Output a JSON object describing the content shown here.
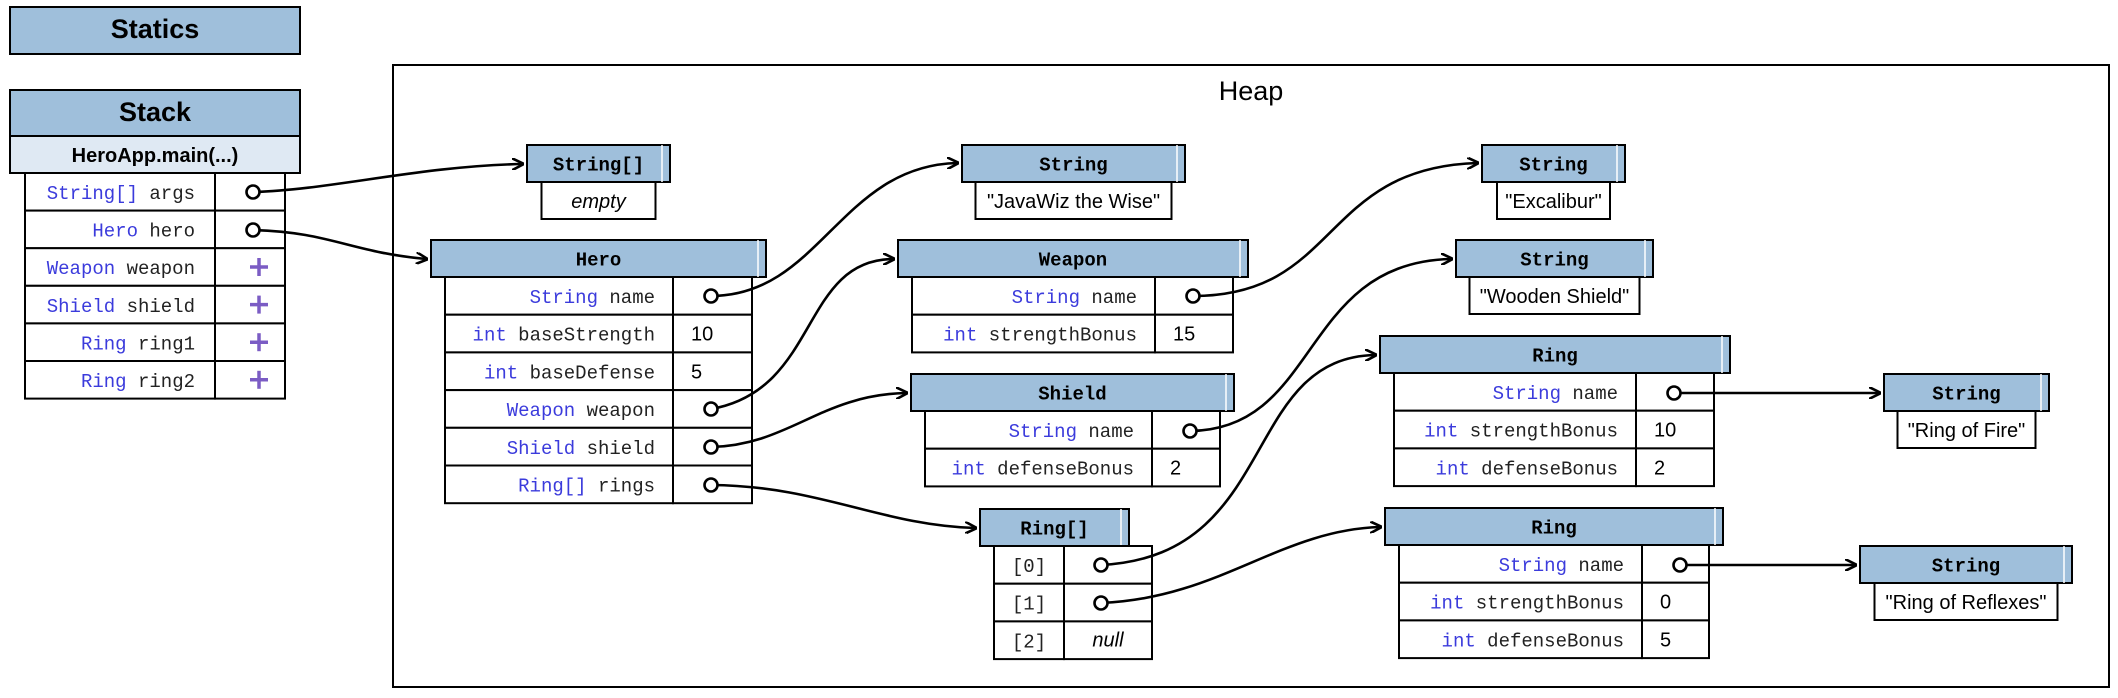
{
  "statics": {
    "title": "Statics"
  },
  "stack": {
    "title": "Stack",
    "frame": "HeroApp.main(...)",
    "vars": [
      {
        "type": "String[]",
        "name": "args",
        "value": "ref"
      },
      {
        "type": "Hero",
        "name": "hero",
        "value": "ref"
      },
      {
        "type": "Weapon",
        "name": "weapon",
        "value": "uninit"
      },
      {
        "type": "Shield",
        "name": "shield",
        "value": "uninit"
      },
      {
        "type": "Ring",
        "name": "ring1",
        "value": "uninit"
      },
      {
        "type": "Ring",
        "name": "ring2",
        "value": "uninit"
      }
    ]
  },
  "heap": {
    "title": "Heap",
    "strArgs": {
      "type": "String[]",
      "value": "empty"
    },
    "hero": {
      "type": "Hero",
      "fields": [
        {
          "type": "String",
          "name": "name",
          "value": ""
        },
        {
          "type": "int",
          "name": "baseStrength",
          "value": "10"
        },
        {
          "type": "int",
          "name": "baseDefense",
          "value": "5"
        },
        {
          "type": "Weapon",
          "name": "weapon",
          "value": ""
        },
        {
          "type": "Shield",
          "name": "shield",
          "value": ""
        },
        {
          "type": "Ring[]",
          "name": "rings",
          "value": ""
        }
      ]
    },
    "strJavaWiz": {
      "type": "String",
      "value": "\"JavaWiz the Wise\""
    },
    "weapon": {
      "type": "Weapon",
      "fields": [
        {
          "type": "String",
          "name": "name",
          "value": ""
        },
        {
          "type": "int",
          "name": "strengthBonus",
          "value": "15"
        }
      ]
    },
    "shield": {
      "type": "Shield",
      "fields": [
        {
          "type": "String",
          "name": "name",
          "value": ""
        },
        {
          "type": "int",
          "name": "defenseBonus",
          "value": "2"
        }
      ]
    },
    "strExcalibur": {
      "type": "String",
      "value": "\"Excalibur\""
    },
    "strWooden": {
      "type": "String",
      "value": "\"Wooden Shield\""
    },
    "ring1": {
      "type": "Ring",
      "fields": [
        {
          "type": "String",
          "name": "name",
          "value": ""
        },
        {
          "type": "int",
          "name": "strengthBonus",
          "value": "10"
        },
        {
          "type": "int",
          "name": "defenseBonus",
          "value": "2"
        }
      ]
    },
    "strFire": {
      "type": "String",
      "value": "\"Ring of Fire\""
    },
    "ringsArr": {
      "type": "Ring[]",
      "items": [
        {
          "index": "[0]",
          "value": ""
        },
        {
          "index": "[1]",
          "value": ""
        },
        {
          "index": "[2]",
          "value": "null"
        }
      ]
    },
    "ring2": {
      "type": "Ring",
      "fields": [
        {
          "type": "String",
          "name": "name",
          "value": ""
        },
        {
          "type": "int",
          "name": "strengthBonus",
          "value": "0"
        },
        {
          "type": "int",
          "name": "defenseBonus",
          "value": "5"
        }
      ]
    },
    "strReflexes": {
      "type": "String",
      "value": "\"Ring of Reflexes\""
    }
  },
  "colors": {
    "header": "#9fbfdb",
    "type_keyword": "#3b3bdc",
    "uninitialized_plus": "#7b5cc4"
  }
}
